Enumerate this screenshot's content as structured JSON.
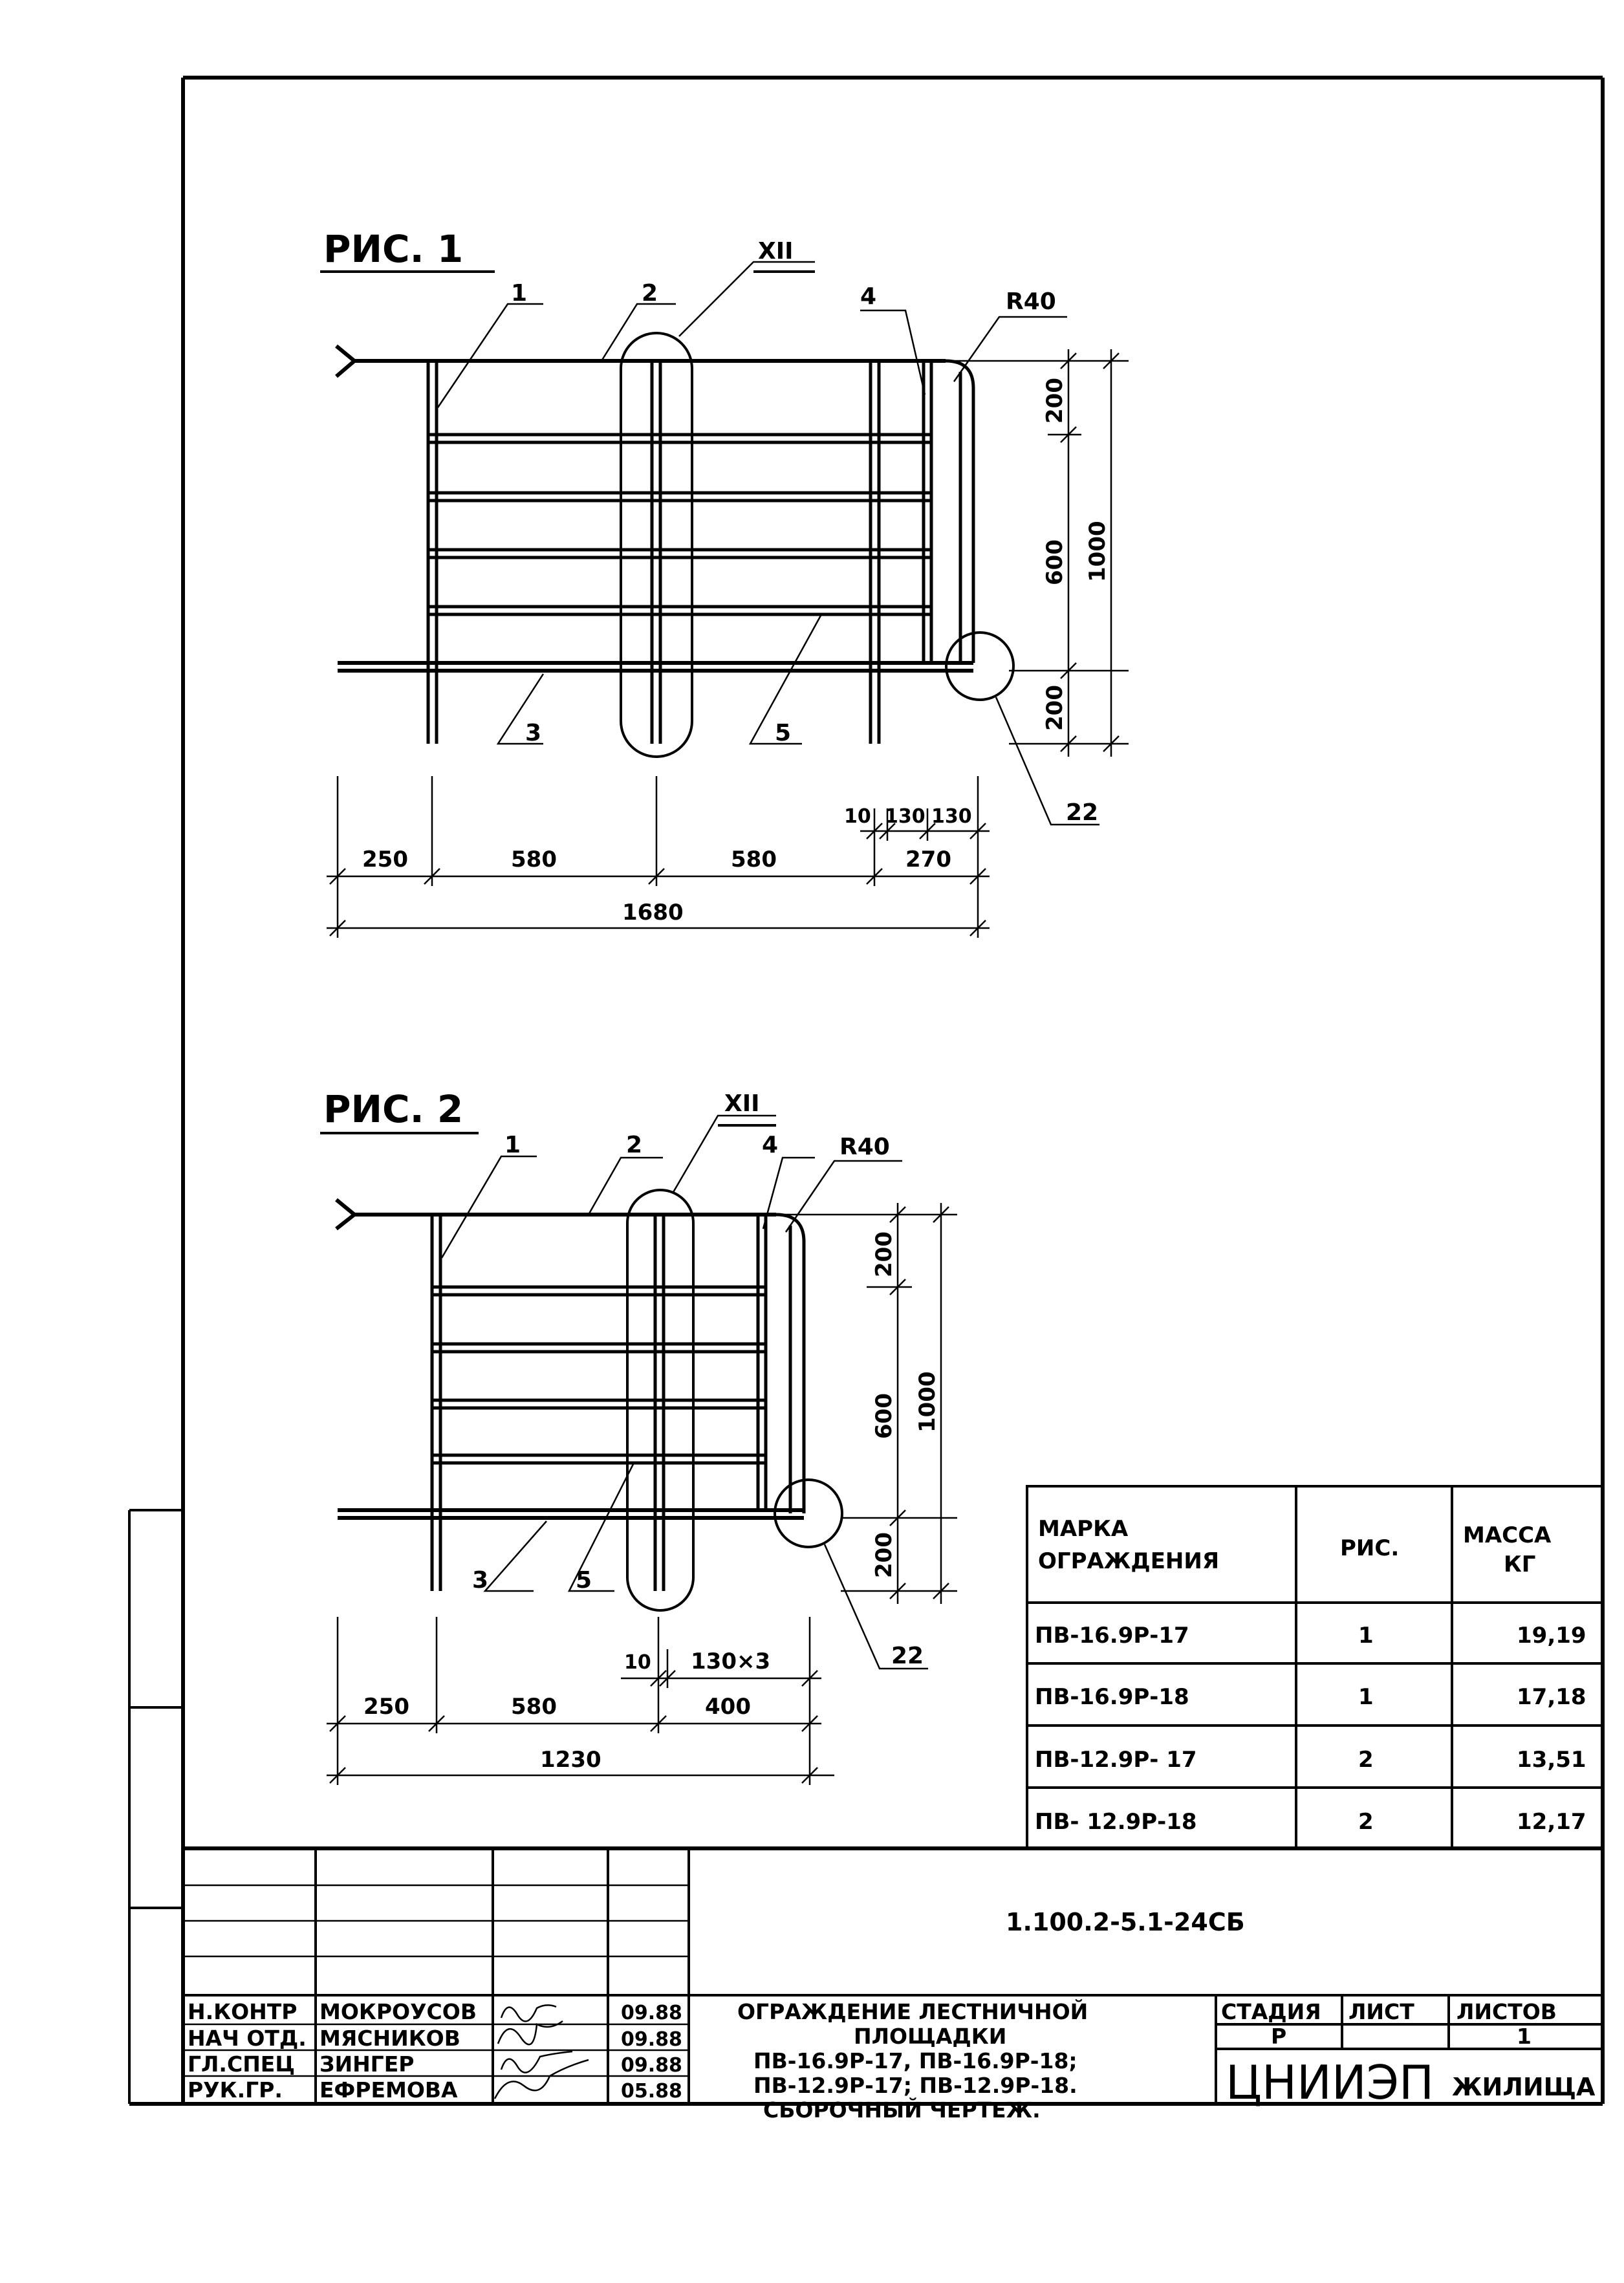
{
  "figures": [
    {
      "title": "РИС. 1",
      "callouts": {
        "c1": "1",
        "c2": "2",
        "c4": "4",
        "xii": "XII",
        "r40": "R40",
        "c3": "3",
        "c5": "5",
        "c22": "22"
      },
      "vertical_dims": {
        "top": "200",
        "middle": "600",
        "bottom": "200",
        "total": "1000"
      },
      "horizontal_dims": {
        "d250": "250",
        "d580a": "580",
        "d580b": "580",
        "d270": "270",
        "d10": "10",
        "d130a": "130",
        "d130b": "130",
        "total": "1680"
      }
    },
    {
      "title": "РИС. 2",
      "callouts": {
        "c1": "1",
        "c2": "2",
        "c4": "4",
        "xii": "XII",
        "r40": "R40",
        "c3": "3",
        "c5": "5",
        "c22": "22"
      },
      "vertical_dims": {
        "top": "200",
        "middle": "600",
        "bottom": "200",
        "total": "1000"
      },
      "horizontal_dims": {
        "d250": "250",
        "d580": "580",
        "d400": "400",
        "d10": "10",
        "d130x3": "130×3",
        "total": "1230"
      }
    }
  ],
  "mass_table": {
    "headers": {
      "mark_1": "МАРКА",
      "mark_2": "ОГРАЖДЕНИЯ",
      "fig": "РИС.",
      "mass_1": "МАССА",
      "mass_2": "КГ"
    },
    "rows": [
      {
        "mark": "ПВ-16.9Р-17",
        "fig": "1",
        "mass": "19,19"
      },
      {
        "mark": "ПВ-16.9Р-18",
        "fig": "1",
        "mass": "17,18"
      },
      {
        "mark": "ПВ-12.9Р- 17",
        "fig": "2",
        "mass": "13,51"
      },
      {
        "mark": "ПВ- 12.9Р-18",
        "fig": "2",
        "mass": "12,17"
      }
    ]
  },
  "title_block": {
    "doc_code": "1.100.2-5.1-24СБ",
    "signatures": [
      {
        "role": "Н.КОНТР",
        "name": "МОКРОУСОВ",
        "date": "09.88"
      },
      {
        "role": "НАЧ ОТД.",
        "name": "МЯСНИКОВ",
        "date": "09.88"
      },
      {
        "role": "ГЛ.СПЕЦ",
        "name": "ЗИНГЕР",
        "date": "09.88"
      },
      {
        "role": "РУК.ГР.",
        "name": "ЕФРЕМОВА",
        "date": "05.88"
      }
    ],
    "description": {
      "line1": "ОГРАЖДЕНИЕ ЛЕСТНИЧНОЙ",
      "line2": "ПЛОЩАДКИ",
      "line3": "ПВ-16.9Р-17, ПВ-16.9Р-18;",
      "line4": "ПВ-12.9Р-17; ПВ-12.9Р-18.",
      "line5": "СБОРОЧНЫЙ ЧЕРТЕЖ."
    },
    "stage_header": "СТАДИЯ",
    "sheet_header": "ЛИСТ",
    "sheets_header": "ЛИСТОВ",
    "stage_value": "Р",
    "sheet_value": "",
    "sheets_value": "1",
    "org_main": "ЦНИИЭП",
    "org_sub": "ЖИЛИЩА"
  }
}
